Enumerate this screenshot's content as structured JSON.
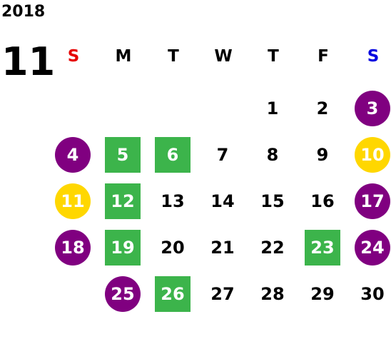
{
  "year": "2018",
  "month": "11",
  "weekdays": [
    {
      "label": "S",
      "color": "#e60000"
    },
    {
      "label": "M",
      "color": "#000000"
    },
    {
      "label": "T",
      "color": "#000000"
    },
    {
      "label": "W",
      "color": "#000000"
    },
    {
      "label": "T",
      "color": "#000000"
    },
    {
      "label": "F",
      "color": "#000000"
    },
    {
      "label": "S",
      "color": "#0000e0"
    }
  ],
  "colors": {
    "purple": "#800080",
    "yellow": "#ffd700",
    "green": "#3cb44b"
  },
  "weeks": [
    [
      {
        "day": ""
      },
      {
        "day": ""
      },
      {
        "day": ""
      },
      {
        "day": ""
      },
      {
        "day": "1",
        "mark": "none"
      },
      {
        "day": "2",
        "mark": "none"
      },
      {
        "day": "3",
        "mark": "purple"
      }
    ],
    [
      {
        "day": ""
      },
      {
        "day": "4",
        "mark": "purple"
      },
      {
        "day": "5",
        "mark": "green"
      },
      {
        "day": "6",
        "mark": "green"
      },
      {
        "day": "7",
        "mark": "none"
      },
      {
        "day": "8",
        "mark": "none"
      },
      {
        "day": "9",
        "mark": "none"
      },
      {
        "day": "10",
        "mark": "yellow"
      }
    ],
    [
      {
        "day": ""
      },
      {
        "day": "11",
        "mark": "yellow"
      },
      {
        "day": "12",
        "mark": "green"
      },
      {
        "day": "13",
        "mark": "none"
      },
      {
        "day": "14",
        "mark": "none"
      },
      {
        "day": "15",
        "mark": "none"
      },
      {
        "day": "16",
        "mark": "none"
      },
      {
        "day": "17",
        "mark": "purple"
      }
    ],
    [
      {
        "day": ""
      },
      {
        "day": "18",
        "mark": "purple"
      },
      {
        "day": "19",
        "mark": "green"
      },
      {
        "day": "20",
        "mark": "none"
      },
      {
        "day": "21",
        "mark": "none"
      },
      {
        "day": "22",
        "mark": "none"
      },
      {
        "day": "23",
        "mark": "green"
      },
      {
        "day": "24",
        "mark": "purple"
      }
    ],
    [
      {
        "day": ""
      },
      {
        "day": "25",
        "mark": "purple"
      },
      {
        "day": "26",
        "mark": "green"
      },
      {
        "day": "27",
        "mark": "none"
      },
      {
        "day": "28",
        "mark": "none"
      },
      {
        "day": "29",
        "mark": "none"
      },
      {
        "day": "30",
        "mark": "none"
      }
    ]
  ]
}
